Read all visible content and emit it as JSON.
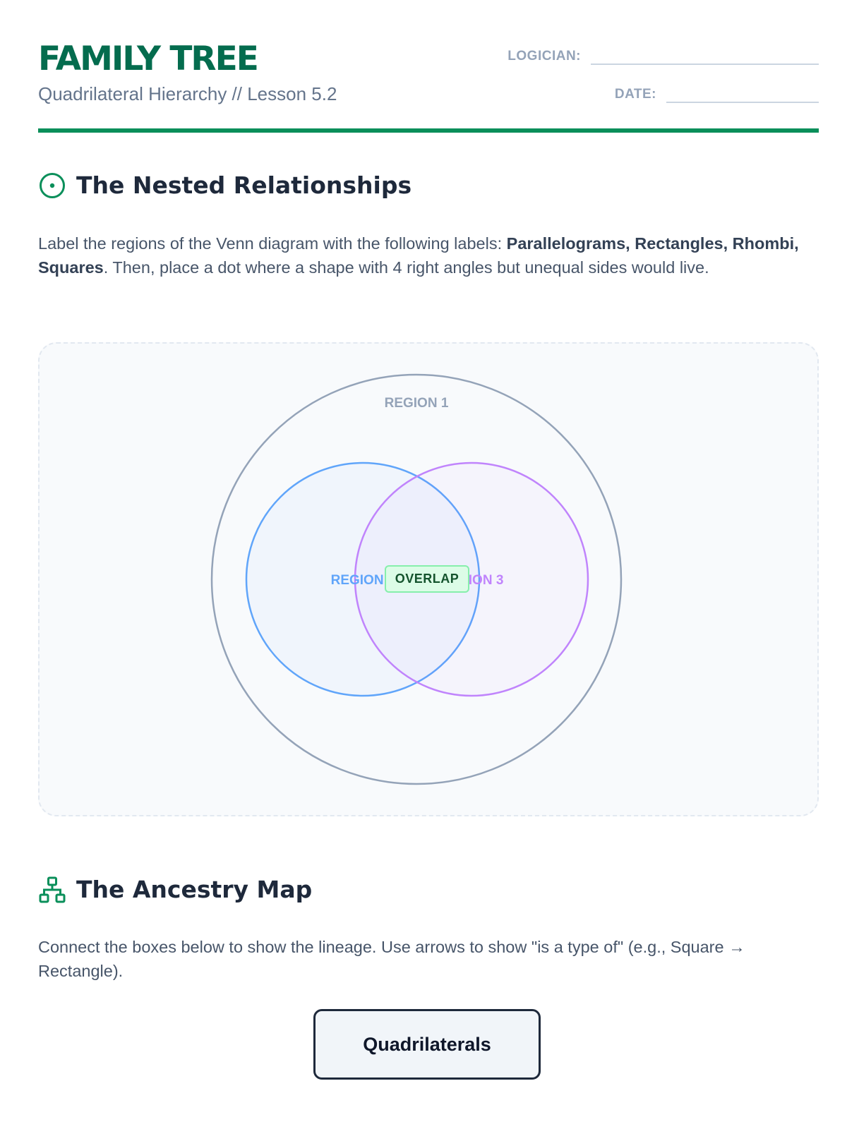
{
  "header": {
    "title": "FAMILY TREE",
    "subtitle": "Quadrilateral Hierarchy // Lesson 5.2",
    "logician_label": "LOGICIAN:",
    "date_label": "DATE:"
  },
  "section1": {
    "icon": "target-icon",
    "title": "The Nested Relationships",
    "instructions": {
      "before": "Label the regions of the Venn diagram with the following labels: ",
      "bold_labels": "Parallelograms, Rectangles, Rhombi, Squares",
      "after": ". Then, place a dot where a shape with 4 right angles but unequal sides would live."
    },
    "venn": {
      "region1_label": "REGION 1",
      "region2_label": "REGION 2",
      "region3_label": "REGION 3",
      "overlap_label": "OVERLAP"
    }
  },
  "section2": {
    "icon": "hierarchy-icon",
    "title": "The Ancestry Map",
    "instructions": "Connect the boxes below to show the lineage. Use arrows to show \"is a type of\" (e.g., Square → Rectangle).",
    "nodes": [
      "Quadrilaterals"
    ]
  },
  "colors": {
    "brand": "#046c4e",
    "rule": "#0a8f5a",
    "region1": "#94a3b8",
    "region2": "#60a5fa",
    "region3": "#c084fc",
    "overlap_bg": "#dcfce7"
  }
}
